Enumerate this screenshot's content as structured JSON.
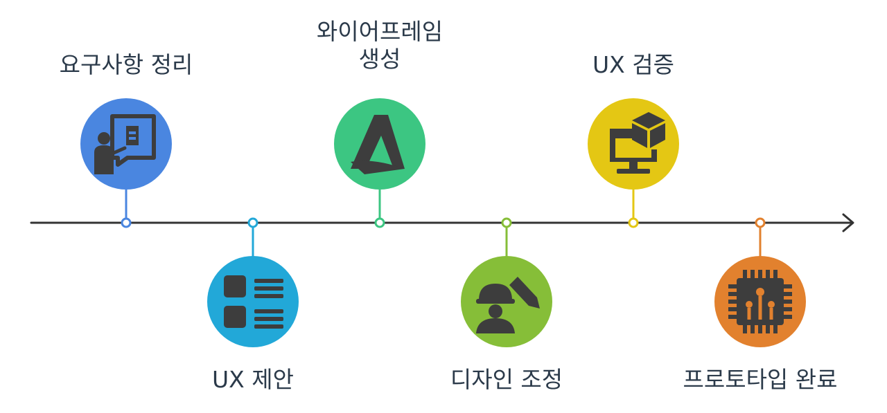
{
  "timeline": {
    "line_color": "#333333",
    "milestones": [
      {
        "label_lines": [
          "요구사항 정리"
        ],
        "color": "#4a86e0",
        "position": "above",
        "icon": "presenter-board-icon"
      },
      {
        "label_lines": [
          "UX 제안"
        ],
        "color": "#22a8d8",
        "position": "below",
        "icon": "list-layout-icon"
      },
      {
        "label_lines": [
          "와이어프레임",
          "생성"
        ],
        "color": "#3cc682",
        "position": "above",
        "icon": "autodesk-logo-icon"
      },
      {
        "label_lines": [
          "디자인 조정"
        ],
        "color": "#86be38",
        "position": "below",
        "icon": "worker-pencil-icon"
      },
      {
        "label_lines": [
          "UX 검증"
        ],
        "color": "#e4c714",
        "position": "above",
        "icon": "monitor-cube-icon"
      },
      {
        "label_lines": [
          "프로토타입 완료"
        ],
        "color": "#e2812e",
        "position": "below",
        "icon": "chip-icon"
      }
    ]
  }
}
